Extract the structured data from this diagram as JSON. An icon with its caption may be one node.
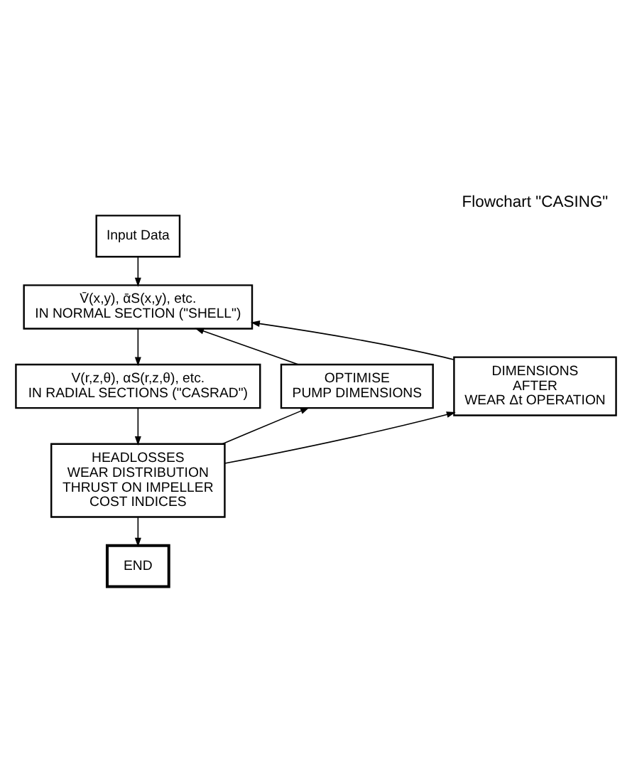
{
  "diagram": {
    "title": "Flowchart \"CASING\"",
    "nodes": [
      {
        "text": [
          "Input Data"
        ]
      },
      {
        "text": [
          "V̄(x,y), ᾱS(x,y), etc.",
          "IN NORMAL SECTION (\"SHELL\")"
        ]
      },
      {
        "text": [
          "V(r,z,θ), αS(r,z,θ), etc.",
          "IN RADIAL SECTIONS (\"CASRAD\")"
        ]
      },
      {
        "text": [
          "HEADLOSSES",
          "WEAR DISTRIBUTION",
          "THRUST ON IMPELLER",
          "COST INDICES"
        ]
      },
      {
        "text": [
          "END"
        ]
      },
      {
        "text": [
          "OPTIMISE PUMP DIMENSIONS"
        ]
      },
      {
        "text": [
          "DIMENSIONS AFTER WEAR Δt OPERATION"
        ]
      }
    ],
    "edges": [
      {
        "from": 0,
        "to": 1,
        "arrow": "to"
      },
      {
        "from": 1,
        "to": 2,
        "arrow": "to"
      },
      {
        "from": 2,
        "to": 3,
        "arrow": "to"
      },
      {
        "from": 3,
        "to": 4,
        "arrow": "to"
      },
      {
        "from": 3,
        "to": 5,
        "arrow": "to"
      },
      {
        "from": 3,
        "to": 6,
        "arrow": "to"
      },
      {
        "from": 5,
        "to": 1,
        "arrow": "to"
      },
      {
        "from": 6,
        "to": 1,
        "arrow": "to"
      }
    ]
  }
}
